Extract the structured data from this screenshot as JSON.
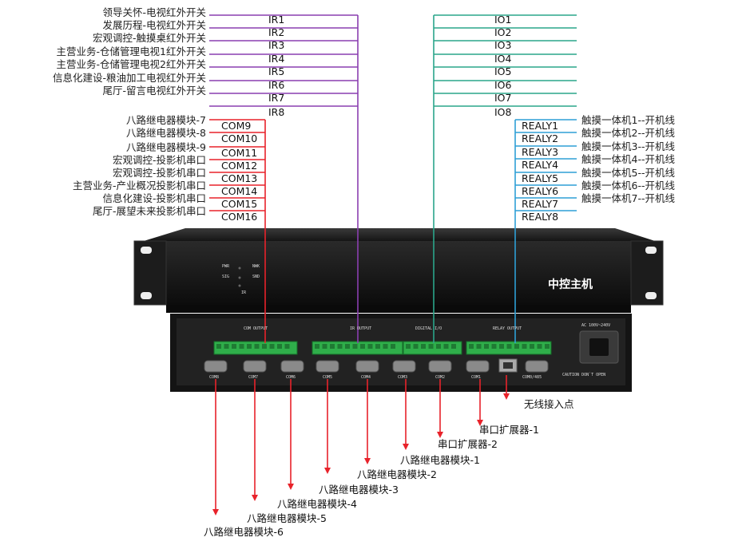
{
  "colors": {
    "ir": "#8a3fb0",
    "io": "#2aa58a",
    "com": "#e8222a",
    "relay": "#2e9fd6",
    "bottom": "#e8222a"
  },
  "ir": {
    "ports": [
      "IR1",
      "IR2",
      "IR3",
      "IR4",
      "IR5",
      "IR6",
      "IR7",
      "IR8"
    ],
    "labels": [
      "领导关怀-电视红外开关",
      "发展历程-电视红外开关",
      "宏观调控-触摸桌红外开关",
      "主营业务-仓储管理电视1红外开关",
      "主营业务-仓储管理电视2红外开关",
      "信息化建设-粮油加工电视红外开关",
      "尾厅-留言电视红外开关"
    ]
  },
  "io": {
    "ports": [
      "IO1",
      "IO2",
      "IO3",
      "IO4",
      "IO5",
      "IO6",
      "IO7",
      "IO8"
    ]
  },
  "com": {
    "ports": [
      "COM9",
      "COM10",
      "COM11",
      "COM12",
      "COM13",
      "COM14",
      "COM15",
      "COM16"
    ],
    "labels": [
      "八路继电器模块-7",
      "八路继电器模块-8",
      "八路继电器模块-9",
      "宏观调控-投影机串口",
      "宏观调控-投影机串口",
      "主营业务-产业概况投影机串口",
      "信息化建设-投影机串口",
      "尾厅-展望未来投影机串口"
    ]
  },
  "relay": {
    "ports": [
      "REALY1",
      "REALY2",
      "REALY3",
      "REALY4",
      "REALY5",
      "REALY6",
      "REALY7",
      "REALY8"
    ],
    "labels": [
      "触摸一体机1--开机线",
      "触摸一体机2--开机线",
      "触摸一体机3--开机线",
      "触摸一体机4--开机线",
      "触摸一体机5--开机线",
      "触摸一体机6--开机线",
      "触摸一体机7--开机线"
    ]
  },
  "device": {
    "name": "中控主机",
    "front_indicators": [
      "PWR",
      "SIG",
      "IR",
      "NWK",
      "SND"
    ],
    "rear_sections": [
      "COM OUTPUT",
      "IR OUTPUT",
      "DIGITAL I/O",
      "RELAY OUTPUT"
    ],
    "power_label": "AC 100V~240V",
    "caution": "CAUTION DON`T OPEN",
    "com_connectors": [
      "COM8",
      "COM7",
      "COM6",
      "COM5",
      "COM4",
      "COM3",
      "COM2",
      "COM1",
      "COM0/485"
    ]
  },
  "bottom_labels": [
    "八路继电器模块-6",
    "八路继电器模块-5",
    "八路继电器模块-4",
    "八路继电器模块-3",
    "八路继电器模块-2",
    "八路继电器模块-1",
    "串口扩展器-2",
    "串口扩展器-1",
    "无线接入点"
  ]
}
